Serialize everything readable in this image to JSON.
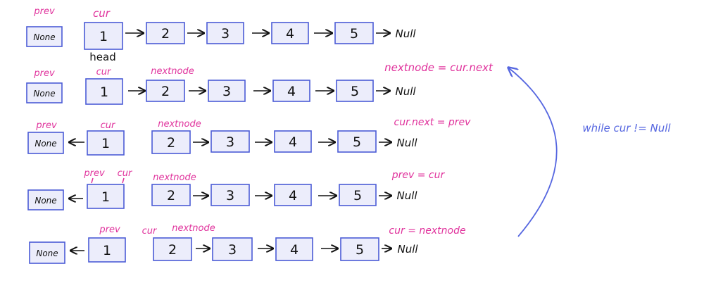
{
  "colors": {
    "box_fill": "#ecedfb",
    "box_stroke": "#4b5bd6",
    "annotation": "#e0329c",
    "ink": "#111111",
    "loop_arrow": "#5566e0"
  },
  "loop_label": "while cur != Null",
  "steps": [
    {
      "none_label": "None",
      "nodes": [
        "1",
        "2",
        "3",
        "4",
        "5"
      ],
      "null_label": "Null",
      "pointer_labels": {
        "prev": "prev",
        "cur": "cur",
        "head": "head"
      },
      "code": ""
    },
    {
      "none_label": "None",
      "nodes": [
        "1",
        "2",
        "3",
        "4",
        "5"
      ],
      "null_label": "Null",
      "pointer_labels": {
        "prev": "prev",
        "cur": "cur",
        "nextnode": "nextnode"
      },
      "code": "nextnode = cur.next"
    },
    {
      "none_label": "None",
      "nodes": [
        "1",
        "2",
        "3",
        "4",
        "5"
      ],
      "null_label": "Null",
      "pointer_labels": {
        "prev": "prev",
        "cur": "cur",
        "nextnode": "nextnode"
      },
      "code": "cur.next = prev"
    },
    {
      "none_label": "None",
      "nodes": [
        "1",
        "2",
        "3",
        "4",
        "5"
      ],
      "null_label": "Null",
      "pointer_labels": {
        "prev": "prev",
        "cur": "cur",
        "nextnode": "nextnode"
      },
      "code": "prev = cur"
    },
    {
      "none_label": "None",
      "nodes": [
        "1",
        "2",
        "3",
        "4",
        "5"
      ],
      "null_label": "Null",
      "pointer_labels": {
        "prev": "prev",
        "cur": "cur",
        "nextnode": "nextnode"
      },
      "code": "cur = nextnode"
    }
  ]
}
